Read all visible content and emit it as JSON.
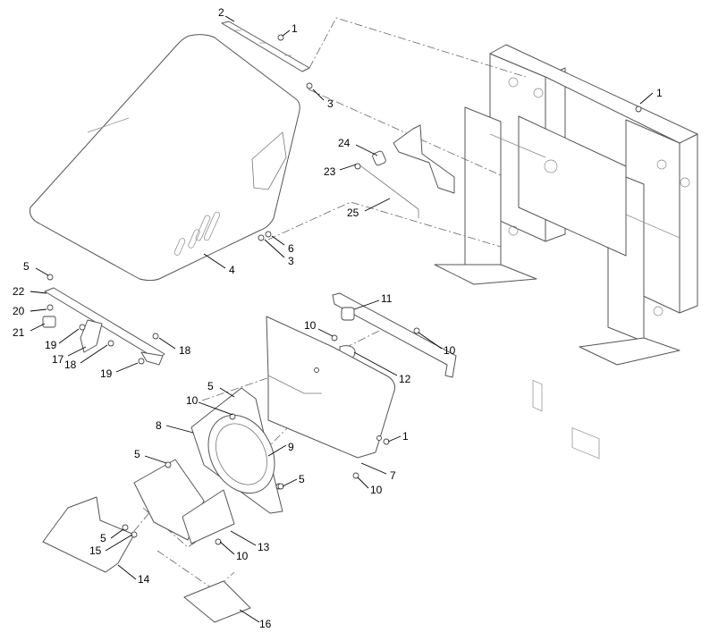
{
  "diagram": {
    "callouts": [
      {
        "id": "c-2",
        "text": "2"
      },
      {
        "id": "c-1a",
        "text": "1"
      },
      {
        "id": "c-3a",
        "text": "3"
      },
      {
        "id": "c-1b",
        "text": "1"
      },
      {
        "id": "c-24",
        "text": "24"
      },
      {
        "id": "c-23",
        "text": "23"
      },
      {
        "id": "c-25",
        "text": "25"
      },
      {
        "id": "c-6",
        "text": "6"
      },
      {
        "id": "c-3b",
        "text": "3"
      },
      {
        "id": "c-4",
        "text": "4"
      },
      {
        "id": "c-5a",
        "text": "5"
      },
      {
        "id": "c-22",
        "text": "22"
      },
      {
        "id": "c-20",
        "text": "20"
      },
      {
        "id": "c-21",
        "text": "21"
      },
      {
        "id": "c-19a",
        "text": "19"
      },
      {
        "id": "c-17",
        "text": "17"
      },
      {
        "id": "c-18a",
        "text": "18"
      },
      {
        "id": "c-18b",
        "text": "18"
      },
      {
        "id": "c-19b",
        "text": "19"
      },
      {
        "id": "c-11",
        "text": "11"
      },
      {
        "id": "c-10a",
        "text": "10"
      },
      {
        "id": "c-10b",
        "text": "10"
      },
      {
        "id": "c-12",
        "text": "12"
      },
      {
        "id": "c-5b",
        "text": "5"
      },
      {
        "id": "c-10c",
        "text": "10"
      },
      {
        "id": "c-8",
        "text": "8"
      },
      {
        "id": "c-9",
        "text": "9"
      },
      {
        "id": "c-1c",
        "text": "1"
      },
      {
        "id": "c-7",
        "text": "7"
      },
      {
        "id": "c-5c",
        "text": "5"
      },
      {
        "id": "c-5d",
        "text": "5"
      },
      {
        "id": "c-10d",
        "text": "10"
      },
      {
        "id": "c-5e",
        "text": "5"
      },
      {
        "id": "c-15",
        "text": "15"
      },
      {
        "id": "c-13",
        "text": "13"
      },
      {
        "id": "c-10e",
        "text": "10"
      },
      {
        "id": "c-14",
        "text": "14"
      },
      {
        "id": "c-16",
        "text": "16"
      }
    ]
  }
}
